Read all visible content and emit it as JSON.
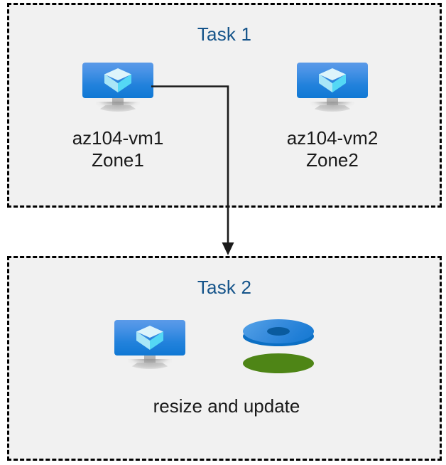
{
  "diagram": {
    "title_color": "#15548a",
    "label_color": "#1a1a1a",
    "box_fill": "#f1f1f1",
    "box_border": "#000000",
    "connector_color": "#1a1a1a"
  },
  "tasks": [
    {
      "id": "task-1",
      "title": "Task 1",
      "nodes": [
        {
          "icon": "virtual-machine-icon",
          "label": "az104-vm1\nZone1"
        },
        {
          "icon": "virtual-machine-icon",
          "label": "az104-vm2\nZone2"
        }
      ]
    },
    {
      "id": "task-2",
      "title": "Task 2",
      "nodes": [
        {
          "icon": "virtual-machine-icon",
          "label": ""
        },
        {
          "icon": "disks-icon",
          "label": ""
        }
      ],
      "caption": "resize and update"
    }
  ],
  "connector": {
    "from": "az104-vm1",
    "to": "task-2",
    "arrow": "down-arrow-head"
  }
}
